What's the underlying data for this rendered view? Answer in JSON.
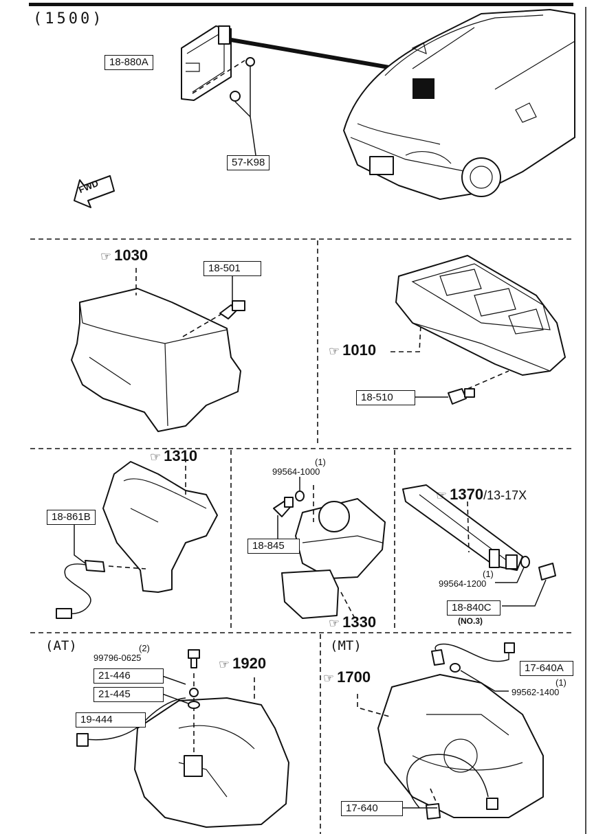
{
  "header": {
    "title": "(1500)"
  },
  "sections": {
    "at_label": "(AT)",
    "mt_label": "(MT)"
  },
  "arrow": {
    "text": "FWD"
  },
  "refs": {
    "r1030": "1030",
    "r1010": "1010",
    "r1310": "1310",
    "r1370": "1370",
    "r1370_suffix": "/13-17X",
    "r1330": "1330",
    "r1920": "1920",
    "r1700": "1700"
  },
  "parts": {
    "p18_880A": "18-880A",
    "p57_K98": "57-K98",
    "p18_501": "18-501",
    "p18_510": "18-510",
    "p18_861B": "18-861B",
    "p18_845": "18-845",
    "p99564_1000": "99564-1000",
    "p99564_1000_qty": "(1)",
    "p99564_1200": "99564-1200",
    "p99564_1200_qty": "(1)",
    "p18_840C": "18-840C",
    "p18_840C_note": "(NO.3)",
    "p99796_0625": "99796-0625",
    "p99796_0625_qty": "(2)",
    "p21_446": "21-446",
    "p21_445": "21-445",
    "p19_444": "19-444",
    "p17_640A": "17-640A",
    "p99562_1400": "99562-1400",
    "p99562_1400_qty": "(1)",
    "p17_640": "17-640"
  },
  "icons": {
    "ref_marker": "pointing-hand-icon"
  }
}
